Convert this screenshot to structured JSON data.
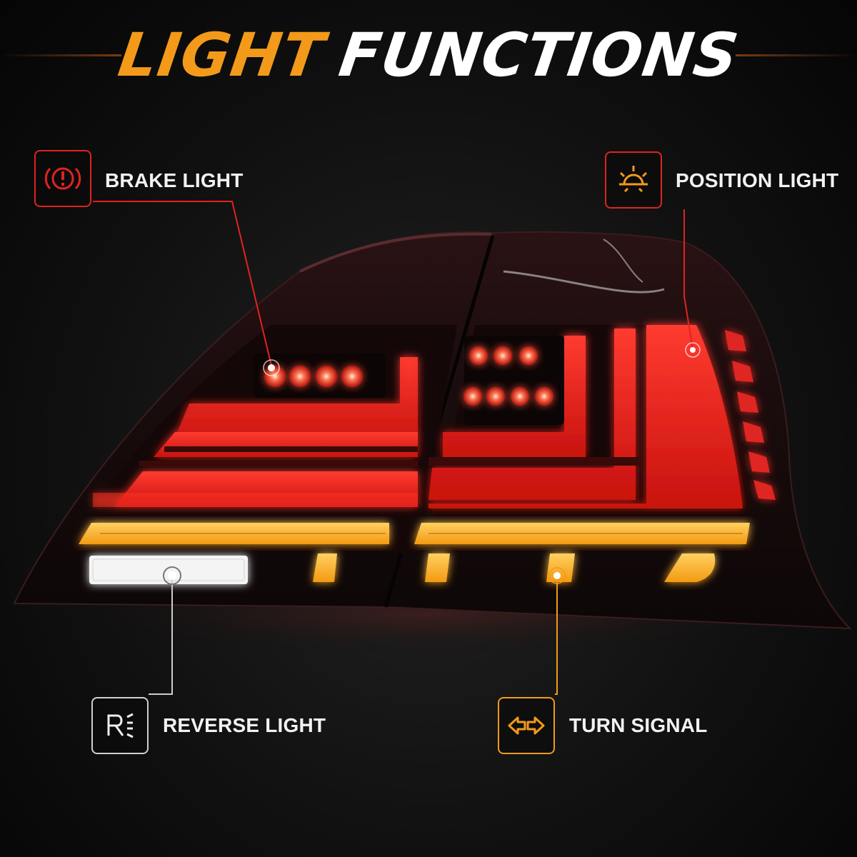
{
  "title": {
    "word1": "LIGHT",
    "word2": "FUNCTIONS"
  },
  "functions": {
    "brake": {
      "label": "BRAKE LIGHT",
      "icon": "brake-warning-icon",
      "color": "#e0231f"
    },
    "position": {
      "label": "POSITION LIGHT",
      "icon": "sun-icon",
      "color": "#e0231f"
    },
    "reverse": {
      "label": "REVERSE LIGHT",
      "icon": "reverse-light-icon",
      "color": "#e6e6e6"
    },
    "turn": {
      "label": "TURN SIGNAL",
      "icon": "turn-arrows-icon",
      "color": "#f39a1a"
    }
  },
  "colors": {
    "accent_orange": "#f39a1a",
    "lens_red": "#e0231f",
    "amber": "#ffb22a",
    "background": "#111111"
  }
}
